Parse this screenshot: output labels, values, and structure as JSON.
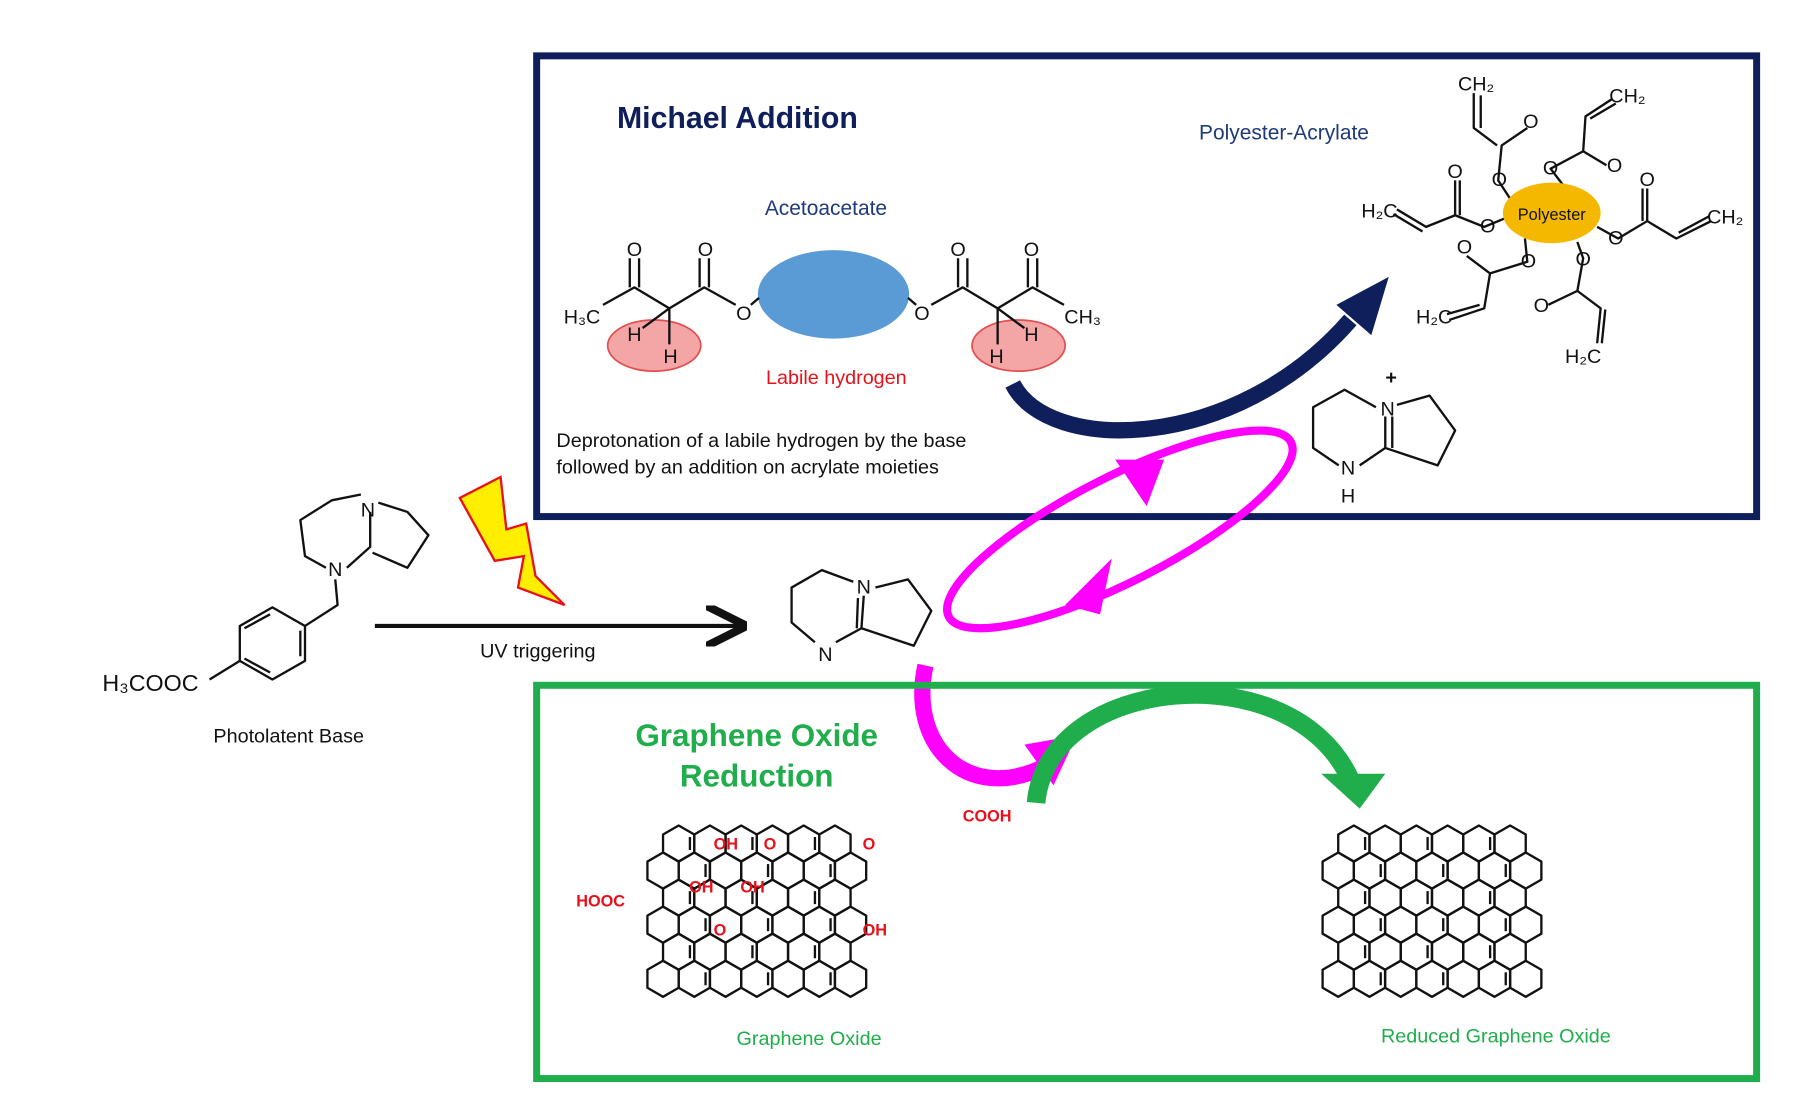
{
  "michael": {
    "title": "Michael Addition",
    "polyester_acrylate": "Polyester-Acrylate",
    "acetoacetate": "Acetoacetate",
    "labile_hydrogen": "Labile hydrogen",
    "desc_line1": "Deprotonation of a labile hydrogen by the base",
    "desc_line2": "followed by an addition on acrylate moieties",
    "polyester": "Polyester",
    "atoms": {
      "h3c": "H₃C",
      "ch3": "CH₃",
      "o": "O",
      "h": "H",
      "ch2": "CH₂",
      "h2c": "H₂C"
    }
  },
  "graphene": {
    "title_line1": "Graphene Oxide",
    "title_line2": "Reduction",
    "go_label": "Graphene Oxide",
    "rgo_label": "Reduced Graphene Oxide",
    "groups": {
      "oh": "OH",
      "o": "O",
      "cooh": "COOH",
      "hooc": "HOOC"
    }
  },
  "photolatent": {
    "label": "Photolatent Base",
    "ester": "H₃COOC",
    "n": "N",
    "uv": "UV triggering"
  },
  "dbn": {
    "n": "N",
    "nh": "N",
    "h": "H",
    "plus": "+"
  },
  "colors": {
    "navy": "#0f1f5c",
    "green": "#1fae4b",
    "magenta": "#ff00ff",
    "blue_ellipse": "#5b9bd5",
    "polyester": "#f5b800",
    "pink": "#f4a6a6",
    "red": "#e8101a"
  }
}
